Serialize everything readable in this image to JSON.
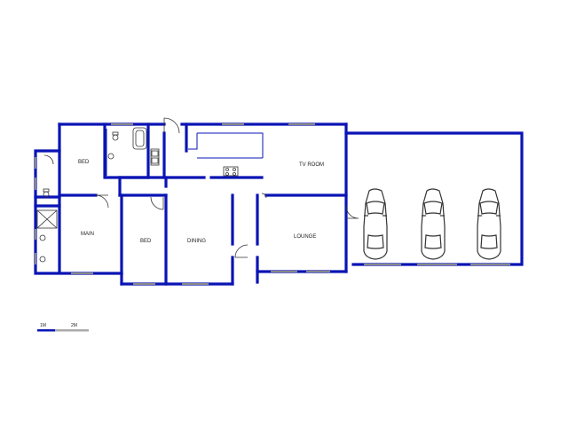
{
  "plan": {
    "colors": {
      "wall": "#0a14b4",
      "window": "#888888",
      "fixture": "#333333",
      "car": "#333333"
    },
    "rooms": [
      {
        "id": "bed-1",
        "label": "BED"
      },
      {
        "id": "main",
        "label": "MAIN"
      },
      {
        "id": "bed-2",
        "label": "BED"
      },
      {
        "id": "dining",
        "label": "DINING"
      },
      {
        "id": "tv-room",
        "label": "TV ROOM"
      },
      {
        "id": "lounge",
        "label": "LOUNGE"
      }
    ],
    "cars": [
      "car-1",
      "car-2",
      "car-3"
    ]
  },
  "scale_bar": {
    "label_1": "1M",
    "label_2": "2M"
  }
}
